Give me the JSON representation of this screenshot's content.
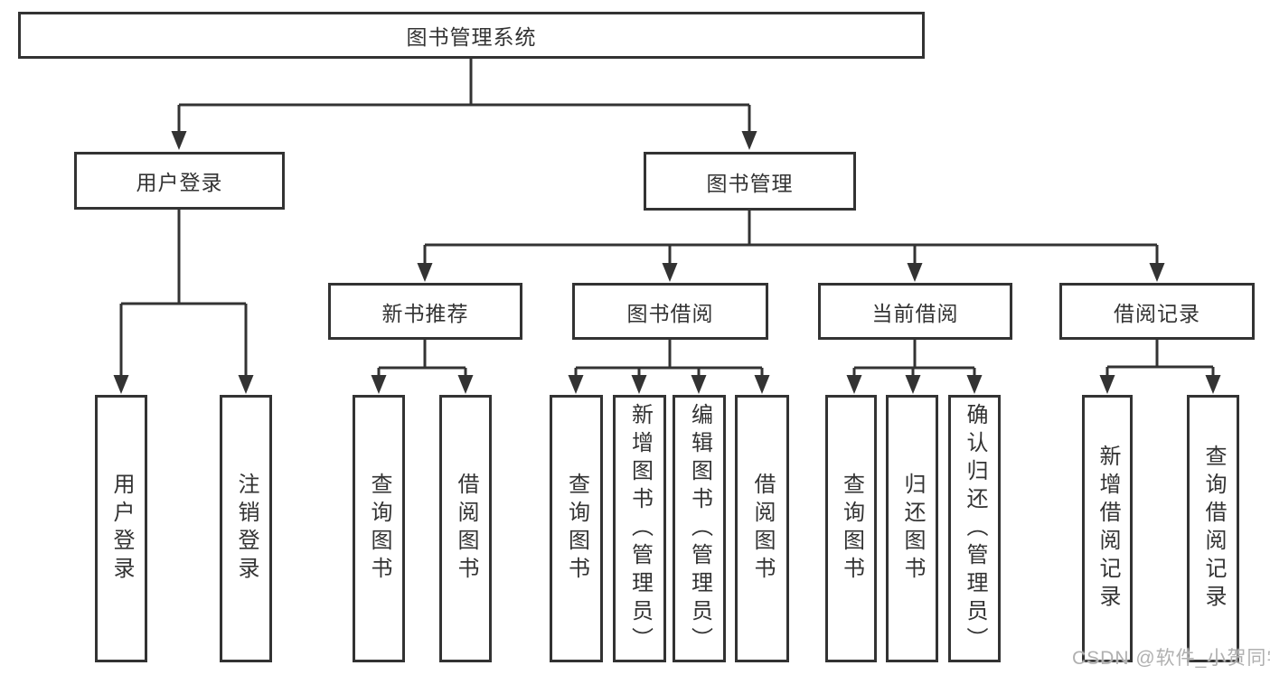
{
  "diagram": {
    "root": "图书管理系统",
    "level2": [
      "用户登录",
      "图书管理"
    ],
    "level3": [
      "新书推荐",
      "图书借阅",
      "当前借阅",
      "借阅记录"
    ],
    "leaves": {
      "user_login": [
        "用户登录",
        "注销登录"
      ],
      "new_book_recommend": [
        "查询图书",
        "借阅图书"
      ],
      "book_borrow": [
        "查询图书",
        "新增图书（管理员）",
        "编辑图书（管理员）",
        "借阅图书"
      ],
      "current_borrow": [
        "查询图书",
        "归还图书",
        "确认归还（管理员）"
      ],
      "borrow_records": [
        "新增借阅记录",
        "查询借阅记录"
      ]
    }
  },
  "watermark": {
    "text": "CSDN @软件_小贺同学"
  },
  "colors": {
    "line": "#333333",
    "text": "#333333",
    "background": "#ffffff",
    "watermark": "#b0b0b0"
  }
}
